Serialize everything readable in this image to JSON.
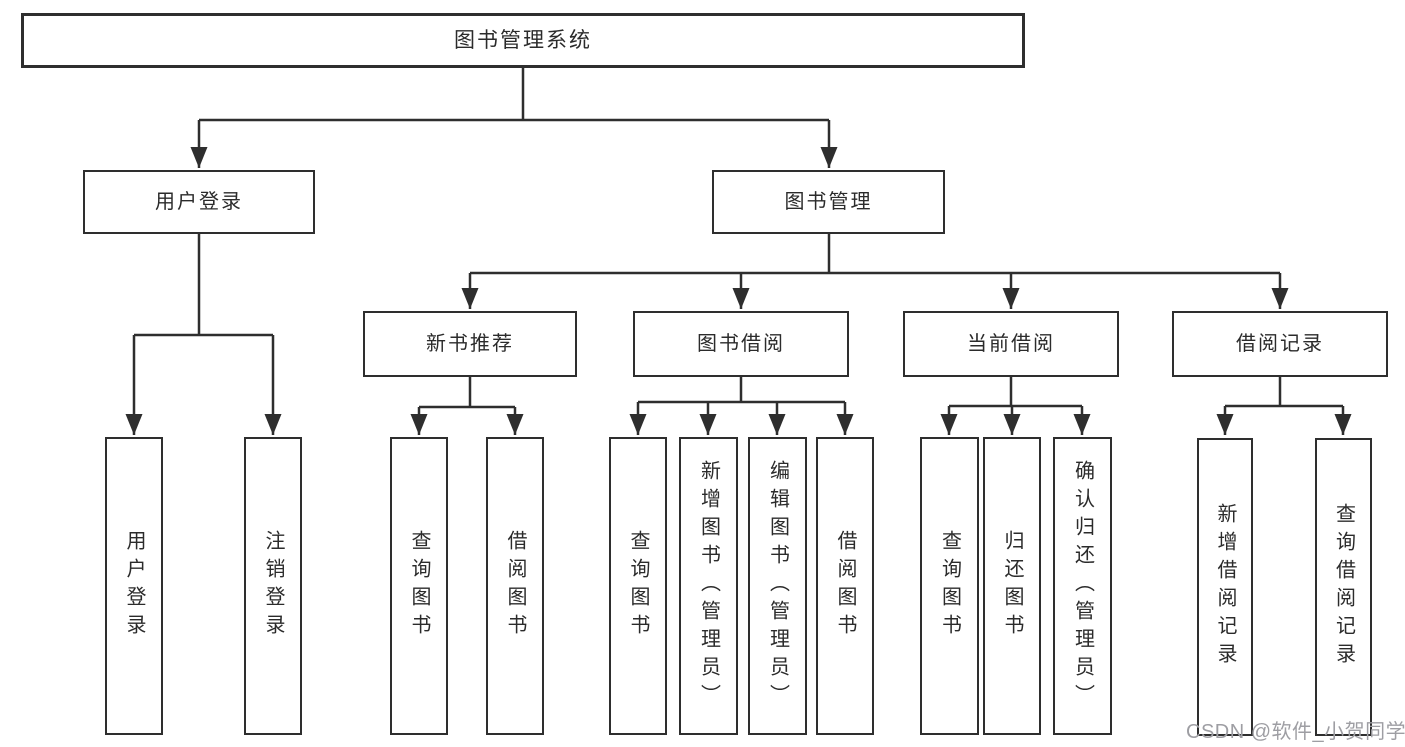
{
  "diagram": {
    "title": "图书管理系统",
    "colors": {
      "line": "#2e2e2e",
      "box_background": "#ffffff",
      "watermark": "#9e9ea3"
    },
    "nodes": {
      "root": "图书管理系统",
      "user_login": "用户登录",
      "book_mgmt": "图书管理",
      "new_book": "新书推荐",
      "book_borrow": "图书借阅",
      "current_borrow": "当前借阅",
      "borrow_records": "借阅记录",
      "leaf_user_login": "用户登录",
      "leaf_logout": "注销登录",
      "leaf_nb_query": "查询图书",
      "leaf_nb_borrow": "借阅图书",
      "leaf_bb_query": "查询图书",
      "leaf_bb_add": "新增图书（管理员）",
      "leaf_bb_edit": "编辑图书（管理员）",
      "leaf_bb_borrow": "借阅图书",
      "leaf_cb_query": "查询图书",
      "leaf_cb_return": "归还图书",
      "leaf_cb_confirm": "确认归还（管理员）",
      "leaf_br_add": "新增借阅记录",
      "leaf_br_query": "查询借阅记录"
    },
    "hierarchy": {
      "图书管理系统": {
        "用户登录": [
          "用户登录",
          "注销登录"
        ],
        "图书管理": {
          "新书推荐": [
            "查询图书",
            "借阅图书"
          ],
          "图书借阅": [
            "查询图书",
            "新增图书（管理员）",
            "编辑图书（管理员）",
            "借阅图书"
          ],
          "当前借阅": [
            "查询图书",
            "归还图书",
            "确认归还（管理员）"
          ],
          "借阅记录": [
            "新增借阅记录",
            "查询借阅记录"
          ]
        }
      }
    }
  },
  "watermark": {
    "text": "CSDN @软件_小贺同学"
  }
}
